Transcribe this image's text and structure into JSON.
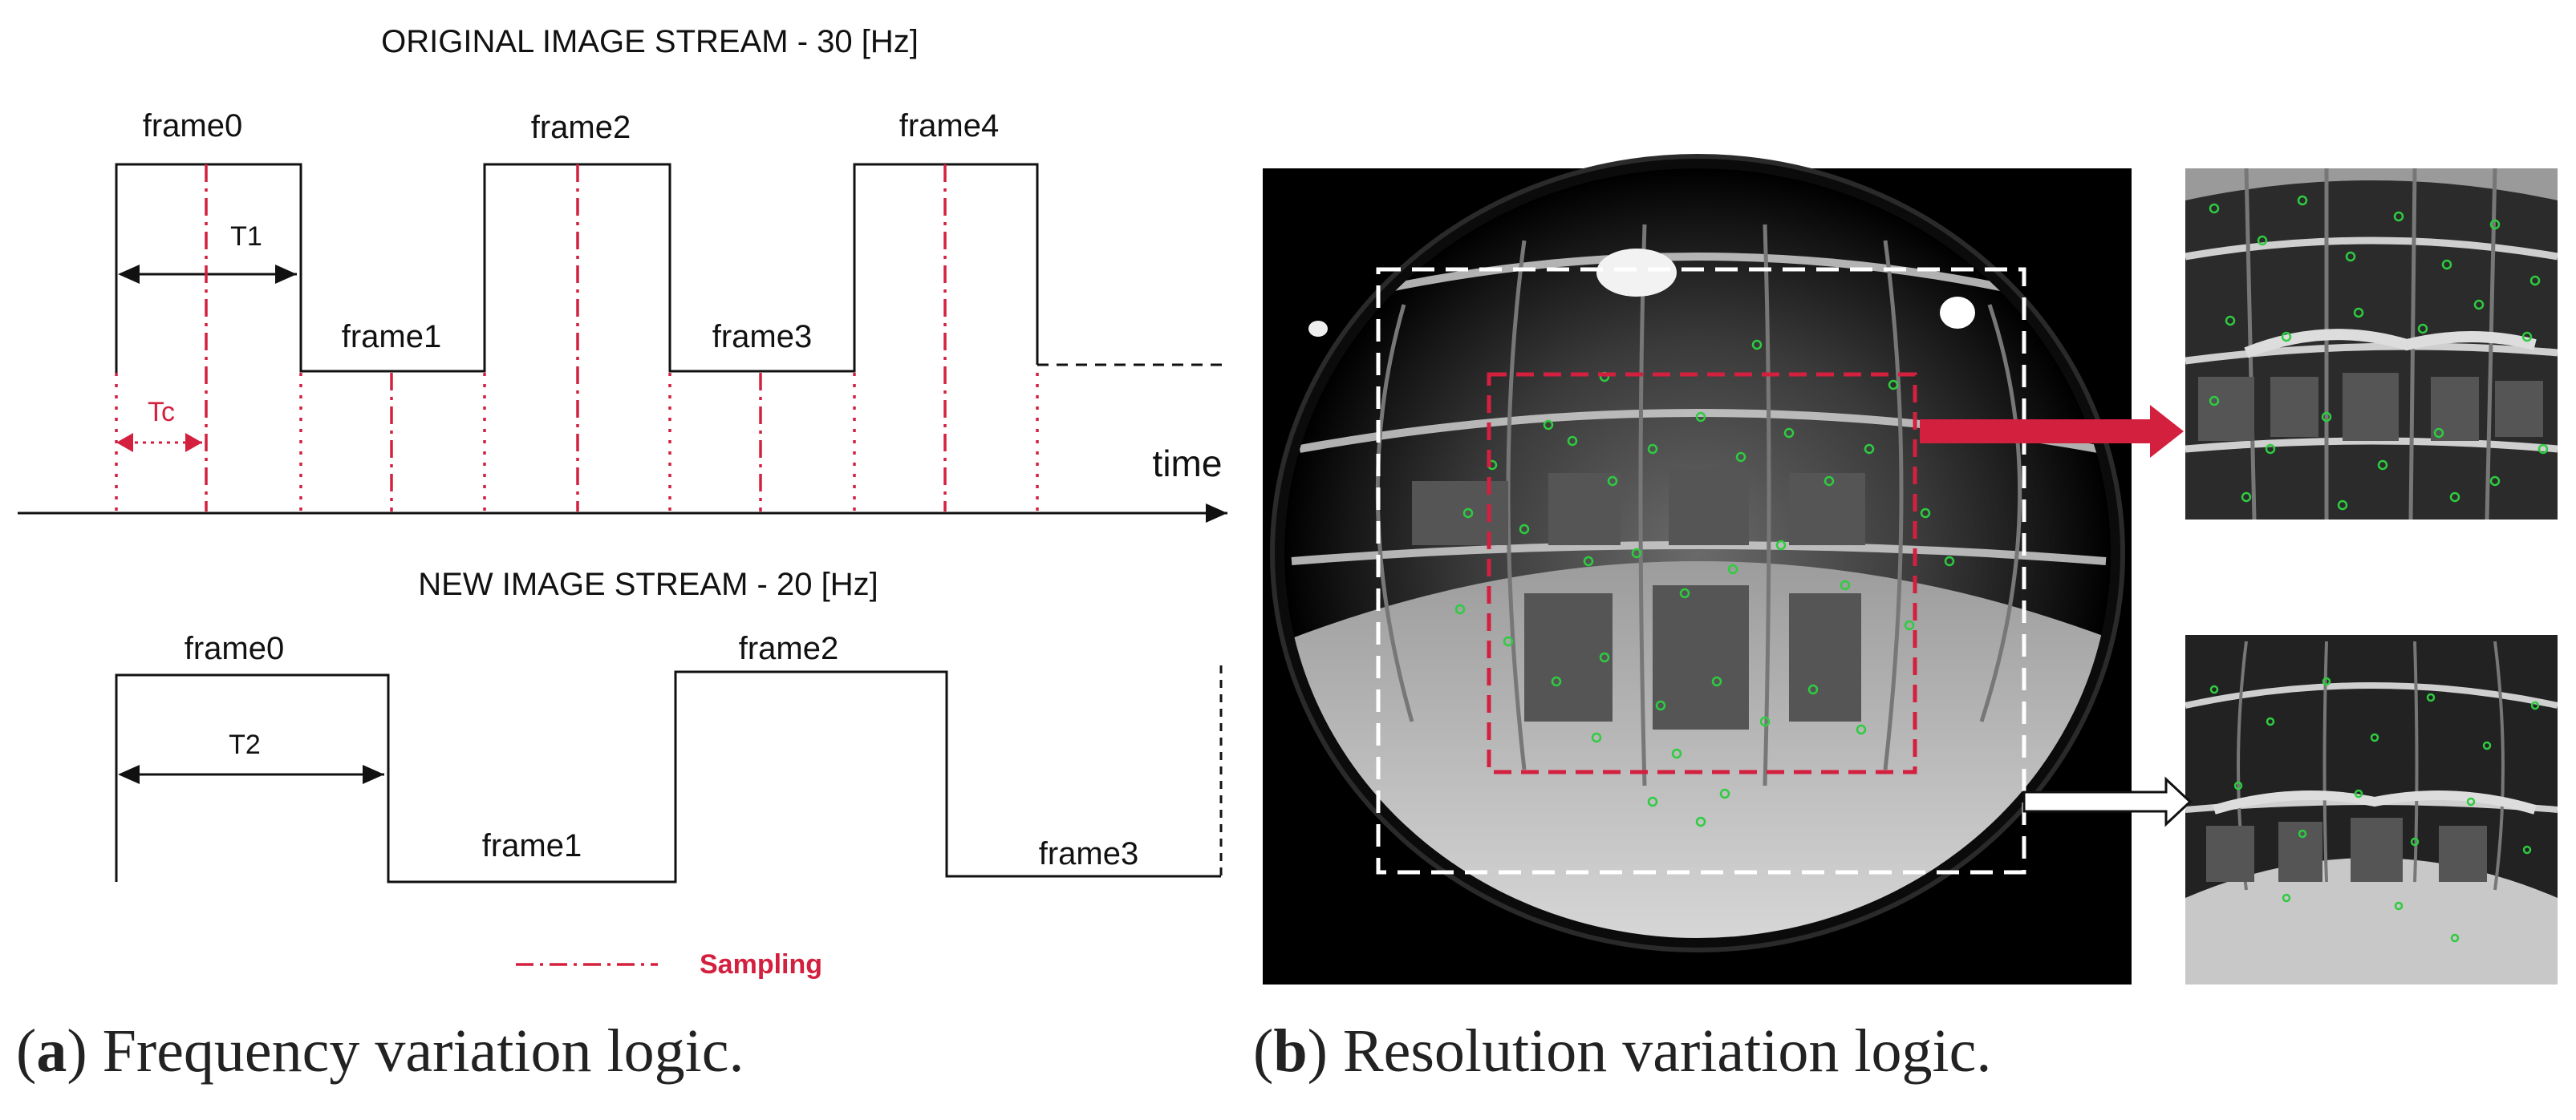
{
  "panel_a": {
    "original": {
      "title": "ORIGINAL IMAGE STREAM - 30 [Hz]",
      "frames": [
        "frame0",
        "frame1",
        "frame2",
        "frame3",
        "frame4"
      ],
      "period_label": "T1",
      "tc_label": "Tc",
      "axis_label": "time"
    },
    "new": {
      "title": "NEW IMAGE STREAM - 20 [Hz]",
      "frames": [
        "frame0",
        "frame1",
        "frame2",
        "frame3"
      ],
      "period_label": "T2"
    },
    "legend": {
      "label": "Sampling"
    },
    "caption": {
      "letter": "a",
      "text": "Frequency variation logic."
    },
    "colors": {
      "sampling": "#d4203f",
      "signal": "#111111"
    }
  },
  "panel_b": {
    "caption": {
      "letter": "b",
      "text": "Resolution variation logic."
    },
    "colors": {
      "inner_crop_box": "#d4203f",
      "outer_crop_box": "#ffffff",
      "feature_points": "#2ecc40",
      "arrow_top": "#d4203f",
      "arrow_bottom": "#ffffff"
    }
  }
}
